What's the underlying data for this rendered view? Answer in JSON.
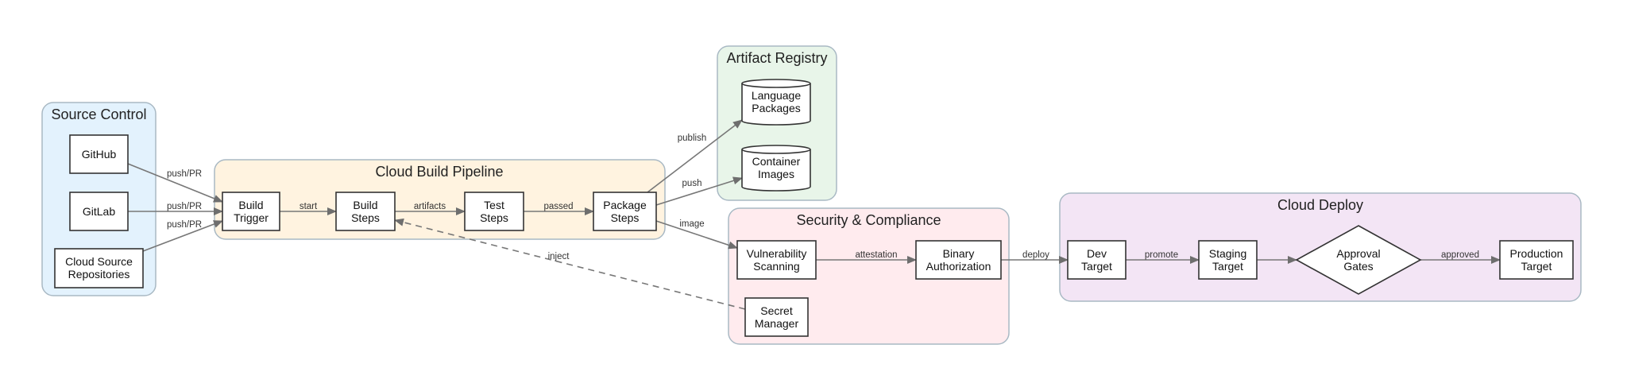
{
  "colors": {
    "source_control": "#e3f2fd",
    "build_pipeline": "#fff3e0",
    "artifact_registry": "#e8f5e9",
    "security": "#ffebee",
    "deploy": "#f3e5f5",
    "cluster_border": "#a9b9c4",
    "edge": "#777777",
    "node_border": "#333333"
  },
  "clusters": {
    "source_control": {
      "title": "Source Control"
    },
    "build_pipeline": {
      "title": "Cloud Build Pipeline"
    },
    "artifact_registry": {
      "title": "Artifact Registry"
    },
    "security": {
      "title": "Security & Compliance"
    },
    "deploy": {
      "title": "Cloud Deploy"
    }
  },
  "nodes": {
    "github": {
      "lines": [
        "GitHub"
      ],
      "shape": "box"
    },
    "gitlab": {
      "lines": [
        "GitLab"
      ],
      "shape": "box"
    },
    "csr": {
      "lines": [
        "Cloud Source",
        "Repositories"
      ],
      "shape": "box"
    },
    "build_trigger": {
      "lines": [
        "Build",
        "Trigger"
      ],
      "shape": "box"
    },
    "build_steps": {
      "lines": [
        "Build",
        "Steps"
      ],
      "shape": "box"
    },
    "test_steps": {
      "lines": [
        "Test",
        "Steps"
      ],
      "shape": "box"
    },
    "package_steps": {
      "lines": [
        "Package",
        "Steps"
      ],
      "shape": "box"
    },
    "language_packages": {
      "lines": [
        "Language",
        "Packages"
      ],
      "shape": "cylinder"
    },
    "container_images": {
      "lines": [
        "Container",
        "Images"
      ],
      "shape": "cylinder"
    },
    "vuln_scanning": {
      "lines": [
        "Vulnerability",
        "Scanning"
      ],
      "shape": "box"
    },
    "binary_auth": {
      "lines": [
        "Binary",
        "Authorization"
      ],
      "shape": "box"
    },
    "secret_manager": {
      "lines": [
        "Secret",
        "Manager"
      ],
      "shape": "box"
    },
    "dev_target": {
      "lines": [
        "Dev",
        "Target"
      ],
      "shape": "box"
    },
    "staging_target": {
      "lines": [
        "Staging",
        "Target"
      ],
      "shape": "box"
    },
    "approval_gates": {
      "lines": [
        "Approval",
        "Gates"
      ],
      "shape": "diamond"
    },
    "production_target": {
      "lines": [
        "Production",
        "Target"
      ],
      "shape": "box"
    }
  },
  "edges": [
    {
      "from": "github",
      "to": "build_trigger",
      "label": "push/PR",
      "style": "solid"
    },
    {
      "from": "gitlab",
      "to": "build_trigger",
      "label": "push/PR",
      "style": "solid"
    },
    {
      "from": "csr",
      "to": "build_trigger",
      "label": "push/PR",
      "style": "solid"
    },
    {
      "from": "build_trigger",
      "to": "build_steps",
      "label": "start",
      "style": "solid"
    },
    {
      "from": "build_steps",
      "to": "test_steps",
      "label": "artifacts",
      "style": "solid"
    },
    {
      "from": "test_steps",
      "to": "package_steps",
      "label": "passed",
      "style": "solid"
    },
    {
      "from": "package_steps",
      "to": "language_packages",
      "label": "publish",
      "style": "solid"
    },
    {
      "from": "package_steps",
      "to": "container_images",
      "label": "push",
      "style": "solid"
    },
    {
      "from": "package_steps",
      "to": "vuln_scanning",
      "label": "image",
      "style": "solid"
    },
    {
      "from": "vuln_scanning",
      "to": "binary_auth",
      "label": "attestation",
      "style": "solid"
    },
    {
      "from": "secret_manager",
      "to": "build_steps",
      "label": "inject",
      "style": "dashed"
    },
    {
      "from": "binary_auth",
      "to": "dev_target",
      "label": "deploy",
      "style": "solid"
    },
    {
      "from": "dev_target",
      "to": "staging_target",
      "label": "promote",
      "style": "solid"
    },
    {
      "from": "staging_target",
      "to": "approval_gates",
      "label": "",
      "style": "solid"
    },
    {
      "from": "approval_gates",
      "to": "production_target",
      "label": "approved",
      "style": "solid"
    }
  ]
}
